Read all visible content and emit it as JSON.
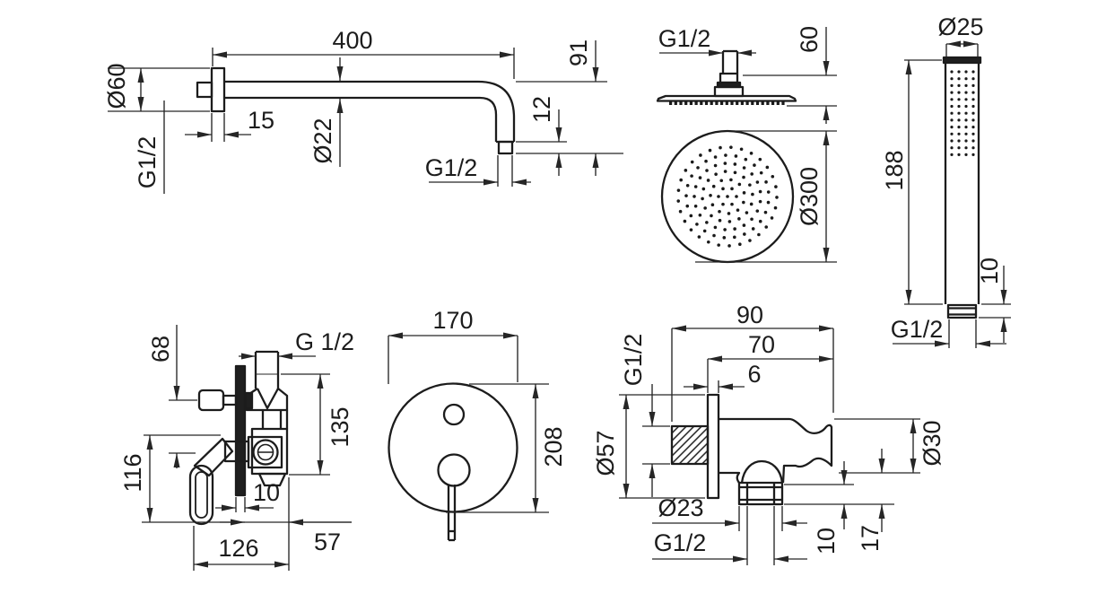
{
  "colors": {
    "line": "#1c1c1c",
    "dim_line": "#262626",
    "background": "#ffffff"
  },
  "drawings": {
    "shower_arm": {
      "name": "wall-mounted shower arm",
      "length": "400",
      "height": "91",
      "flange_diameter": "Ø60",
      "flange_thickness": "15",
      "tube_diameter": "Ø22",
      "thread_length": "12",
      "wall_thread": "G1/2",
      "outlet_thread": "G1/2"
    },
    "head_shower": {
      "name": "overhead rain shower",
      "connection_thread": "G1/2",
      "height": "60",
      "diameter": "Ø300"
    },
    "hand_shower": {
      "name": "stick hand shower",
      "diameter": "Ø25",
      "length": "188",
      "thread_length": "10",
      "connection_thread": "G1/2"
    },
    "concealed_mixer": {
      "name": "concealed mixer valve",
      "inlet_thread": "G 1/2",
      "axis_distance": "68",
      "body_height": "135",
      "lever_height": "116",
      "plate_thickness": "10",
      "total_depth": "126",
      "installation_depth": "57"
    },
    "trim_plate": {
      "name": "round trim plate with lever",
      "diameter": "170",
      "height_with_lever": "208"
    },
    "wall_elbow": {
      "name": "wall outlet elbow with hand shower holder",
      "total_depth": "90",
      "holder_depth": "70",
      "plate_thickness": "6",
      "inlet_thread": "G1/2",
      "plate_diameter": "Ø57",
      "holder_diameter": "Ø30",
      "nut_height": "10",
      "outlet_height": "17",
      "connector_diameter": "Ø23",
      "outlet_thread": "G1/2"
    }
  }
}
